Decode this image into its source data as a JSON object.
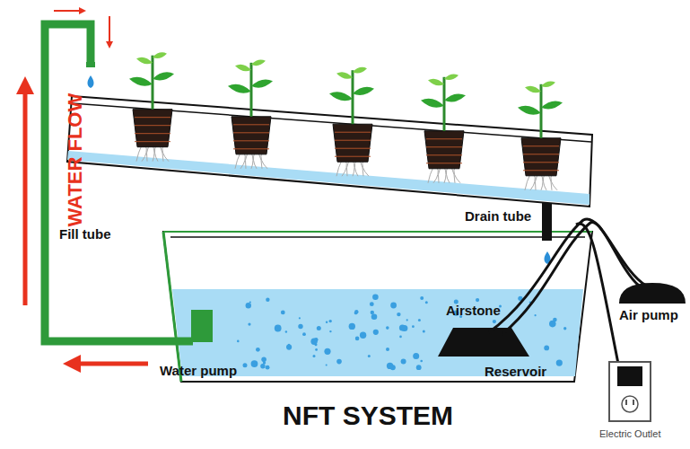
{
  "diagram": {
    "title": "NFT SYSTEM",
    "labels": [
      "WATER FLOW",
      "Fill tube",
      "Drain tube",
      "Airstone",
      "Air pump",
      "Water pump",
      "Reservoir",
      "Electric Outlet"
    ]
  }
}
